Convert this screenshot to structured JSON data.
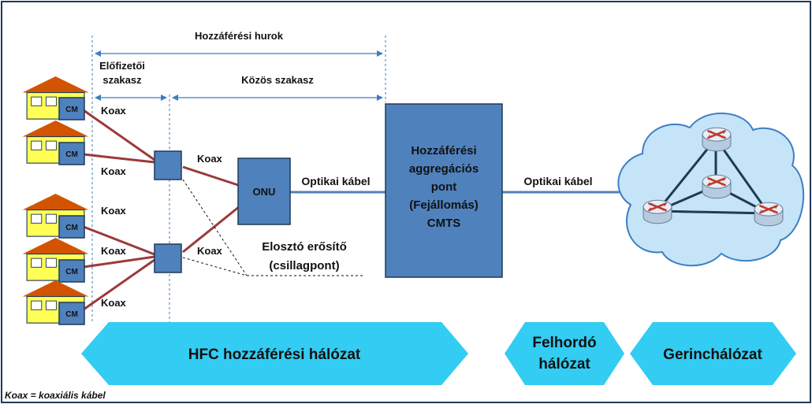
{
  "colors": {
    "frame": "#1f3a56",
    "blue_box": "#4f81bd",
    "blue_box_border": "#1f3a56",
    "coax_line": "#9b3a3a",
    "fiber_line": "#4f81bd",
    "banner": "#33ccf2",
    "cloud_fill": "#c6e4f7",
    "cloud_border": "#3b7fc4",
    "roof": "#d35400",
    "house_wall": "#ffff55",
    "router_fill": "#dce9f5"
  },
  "labels": {
    "access_loop": "Hozzáférési hurok",
    "subscriber_segment_line1": "Előfizetői",
    "subscriber_segment_line2": "szakasz",
    "common_segment": "Közös szakasz",
    "coax": "Koax",
    "onu": "ONU",
    "optical_cable_1": "Optikai kábel",
    "optical_cable_2": "Optikai kábel",
    "amplifier_line1": "Elosztó erősítő",
    "amplifier_line2": "(csillagpont)",
    "cmts_lines": [
      "Hozzáférési",
      "aggregációs",
      "pont",
      "(Fejállomás)",
      "CMTS"
    ],
    "cm": "CM",
    "footnote": "Koax = koaxiális kábel"
  },
  "banners": {
    "hfc": "HFC hozzáférési hálózat",
    "backhaul_line1": "Felhordó",
    "backhaul_line2": "hálózat",
    "backbone": "Gerinchálózat"
  },
  "icons": {
    "house": "house-icon",
    "router": "router-icon",
    "cloud": "cloud-icon"
  }
}
